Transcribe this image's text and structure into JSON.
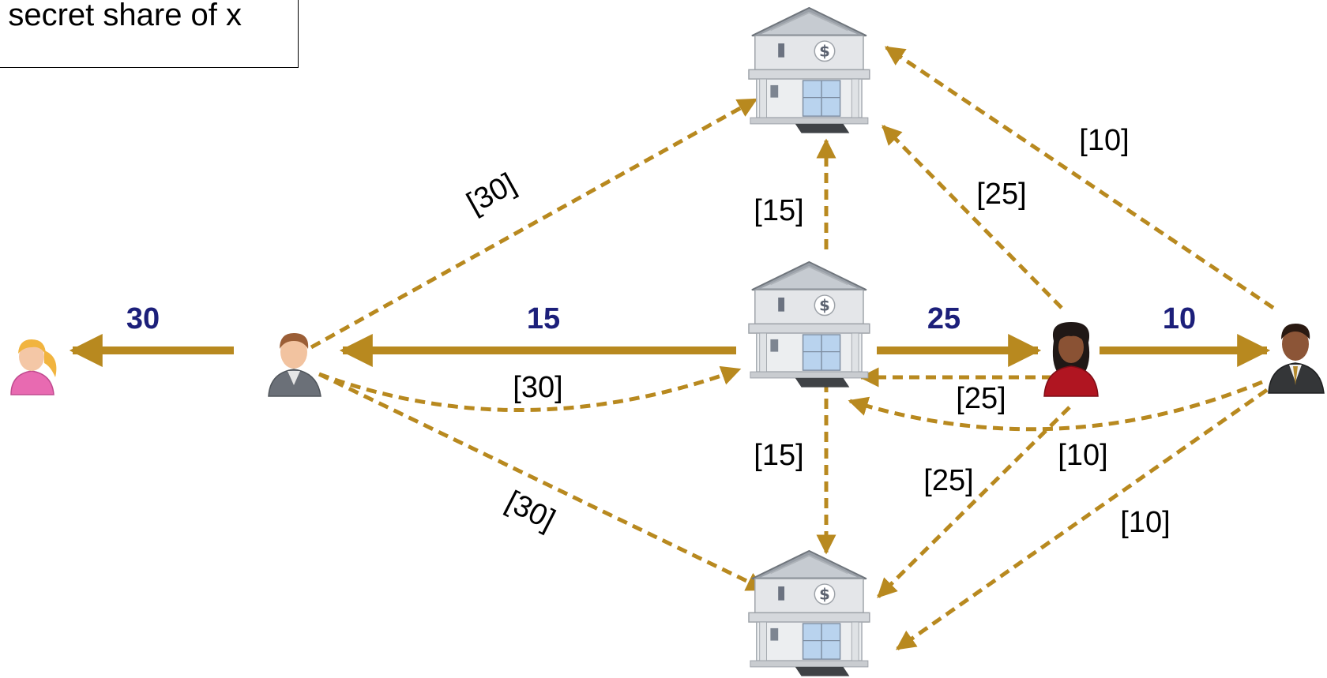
{
  "legend": {
    "text": "[x] secret share of x"
  },
  "colors": {
    "arrow": "#b8891f",
    "amount_text": "#1c1f7a",
    "share_text": "#000000"
  },
  "nodes": [
    {
      "id": "girl",
      "icon": "girl-avatar-icon"
    },
    {
      "id": "man-gray",
      "icon": "man-avatar-icon"
    },
    {
      "id": "woman-red",
      "icon": "woman-avatar-icon"
    },
    {
      "id": "man-dark",
      "icon": "businessman-avatar-icon"
    },
    {
      "id": "bank-top",
      "icon": "bank-icon"
    },
    {
      "id": "bank-center",
      "icon": "bank-icon"
    },
    {
      "id": "bank-bottom",
      "icon": "bank-icon"
    }
  ],
  "amounts": [
    "30",
    "15",
    "25",
    "10"
  ],
  "shares": {
    "man_gray_top": "[30]",
    "man_gray_center": "[30]",
    "man_gray_bottom": "[30]",
    "center_top": "[15]",
    "center_bottom": "[15]",
    "woman_top": "[25]",
    "woman_center": "[25]",
    "woman_bottom": "[25]",
    "man_dark_top": "[10]",
    "man_dark_center": "[10]",
    "man_dark_bottom": "[10]"
  }
}
